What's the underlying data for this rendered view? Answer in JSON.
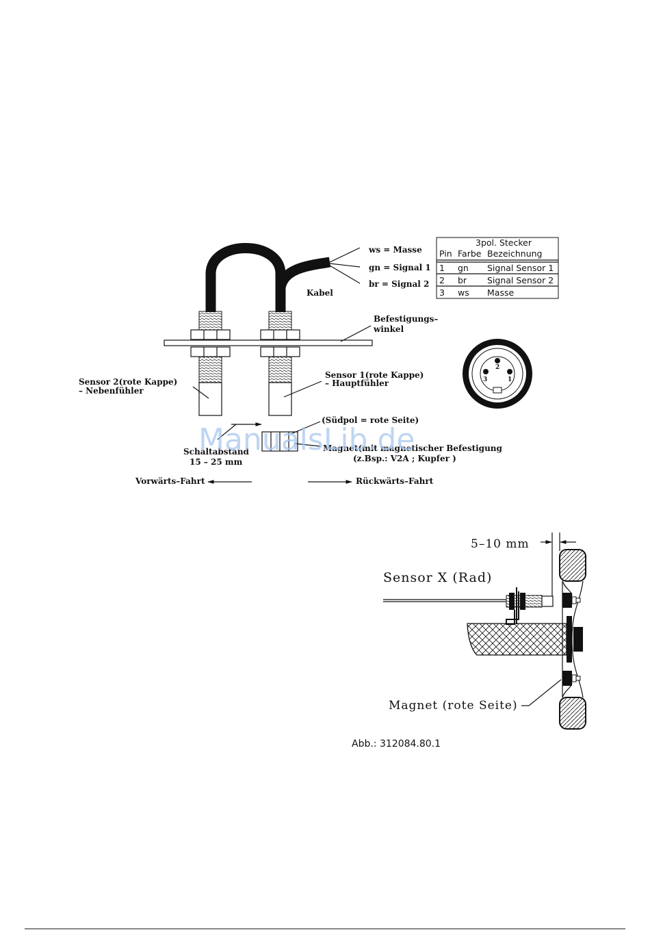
{
  "watermark": "ManualsLib.de",
  "top_figure": {
    "wire_labels": {
      "ws": "ws  =  Masse",
      "gn": "gn  =  Signal  1",
      "br": "br  =  Signal  2"
    },
    "cable_label": "Kabel",
    "bracket_label_line1": "Befestigungs–",
    "bracket_label_line2": "winkel",
    "sensor2_line1": "Sensor  2(rote  Kappe)",
    "sensor2_line2": "–  Nebenfühler",
    "sensor1_line1": "Sensor  1(rote  Kappe)",
    "sensor1_line2": "–  Hauptfühler",
    "suedpol_label": "(Südpol  =  rote  Seite)",
    "magnet_label": "Magnet(mit  magnetischer  Befestigung",
    "magnet_example": "(z.Bsp.:  V2A  ;  Kupfer  )",
    "distance_line1": "Schaltabstand",
    "distance_line2": "15  –  25  mm",
    "forward_label": "Vorwärts–Fahrt",
    "reverse_label": "Rückwärts–Fahrt",
    "plug_table": {
      "title": "3pol. Stecker",
      "headers": [
        "Pin",
        "Farbe",
        "Bezeichnung"
      ],
      "rows": [
        [
          "1",
          "gn",
          "Signal Sensor 1"
        ],
        [
          "2",
          "br",
          "Signal Sensor 2"
        ],
        [
          "3",
          "ws",
          "Masse"
        ]
      ]
    },
    "connector_pins": [
      "2",
      "3",
      "1"
    ]
  },
  "bottom_figure": {
    "gap_label": "5–10  mm",
    "sensor_label": "Sensor  X  (Rad)",
    "magnet_label": "Magnet  (rote  Seite)"
  },
  "caption": "Abb.: 312084.80.1"
}
